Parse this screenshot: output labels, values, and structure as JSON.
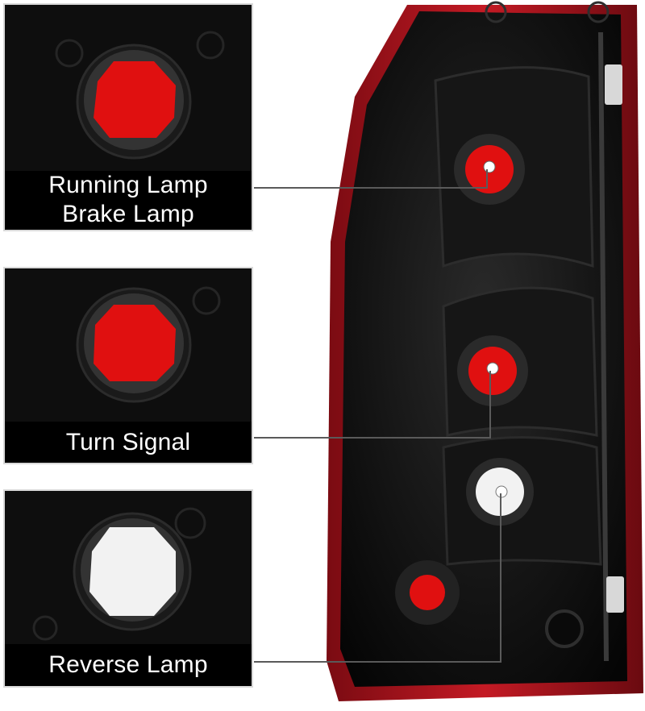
{
  "callouts": {
    "running_brake": {
      "line1": "Running Lamp",
      "line2": "Brake Lamp",
      "bulb_color": "#e01010"
    },
    "turn_signal": {
      "label": "Turn Signal",
      "bulb_color": "#e01010"
    },
    "reverse": {
      "label": "Reverse Lamp",
      "bulb_color": "#f2f2f2"
    }
  },
  "colors": {
    "housing": "#121212",
    "lens_edge": "#9a0f1a",
    "callout_line": "#5a5a5a"
  }
}
